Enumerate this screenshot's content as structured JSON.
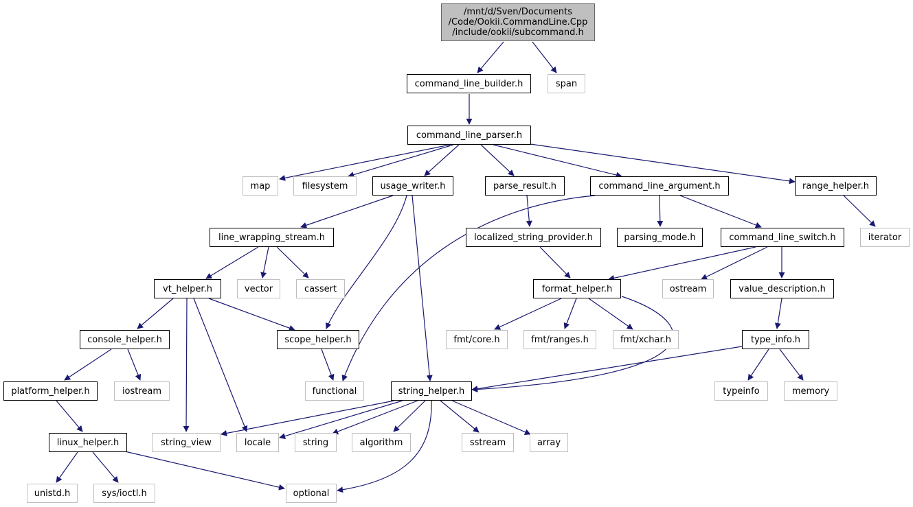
{
  "diagram": {
    "root": [
      "/mnt/d/Sven/Documents",
      "/Code/Ookii.CommandLine.Cpp",
      "/include/ookii/subcommand.h"
    ],
    "colors": {
      "edge": "#191970",
      "root_fill": "#bfbfbf",
      "local_border": "#000000",
      "external_border": "#bfbfbf"
    },
    "nodes": {
      "command_line_builder": "command_line_builder.h",
      "span": "span",
      "command_line_parser": "command_line_parser.h",
      "map": "map",
      "filesystem": "filesystem",
      "usage_writer": "usage_writer.h",
      "parse_result": "parse_result.h",
      "command_line_argument": "command_line_argument.h",
      "range_helper": "range_helper.h",
      "line_wrapping_stream": "line_wrapping_stream.h",
      "localized_string_provider": "localized_string_provider.h",
      "parsing_mode": "parsing_mode.h",
      "command_line_switch": "command_line_switch.h",
      "iterator": "iterator",
      "vt_helper": "vt_helper.h",
      "vector": "vector",
      "cassert": "cassert",
      "format_helper": "format_helper.h",
      "ostream": "ostream",
      "value_description": "value_description.h",
      "console_helper": "console_helper.h",
      "scope_helper": "scope_helper.h",
      "fmt_core": "fmt/core.h",
      "fmt_ranges": "fmt/ranges.h",
      "fmt_xchar": "fmt/xchar.h",
      "type_info": "type_info.h",
      "platform_helper": "platform_helper.h",
      "iostream": "iostream",
      "functional": "functional",
      "string_helper": "string_helper.h",
      "typeinfo": "typeinfo",
      "memory": "memory",
      "linux_helper": "linux_helper.h",
      "string_view": "string_view",
      "locale": "locale",
      "string": "string",
      "algorithm": "algorithm",
      "sstream": "sstream",
      "array": "array",
      "unistd": "unistd.h",
      "sys_ioctl": "sys/ioctl.h",
      "optional": "optional"
    }
  }
}
